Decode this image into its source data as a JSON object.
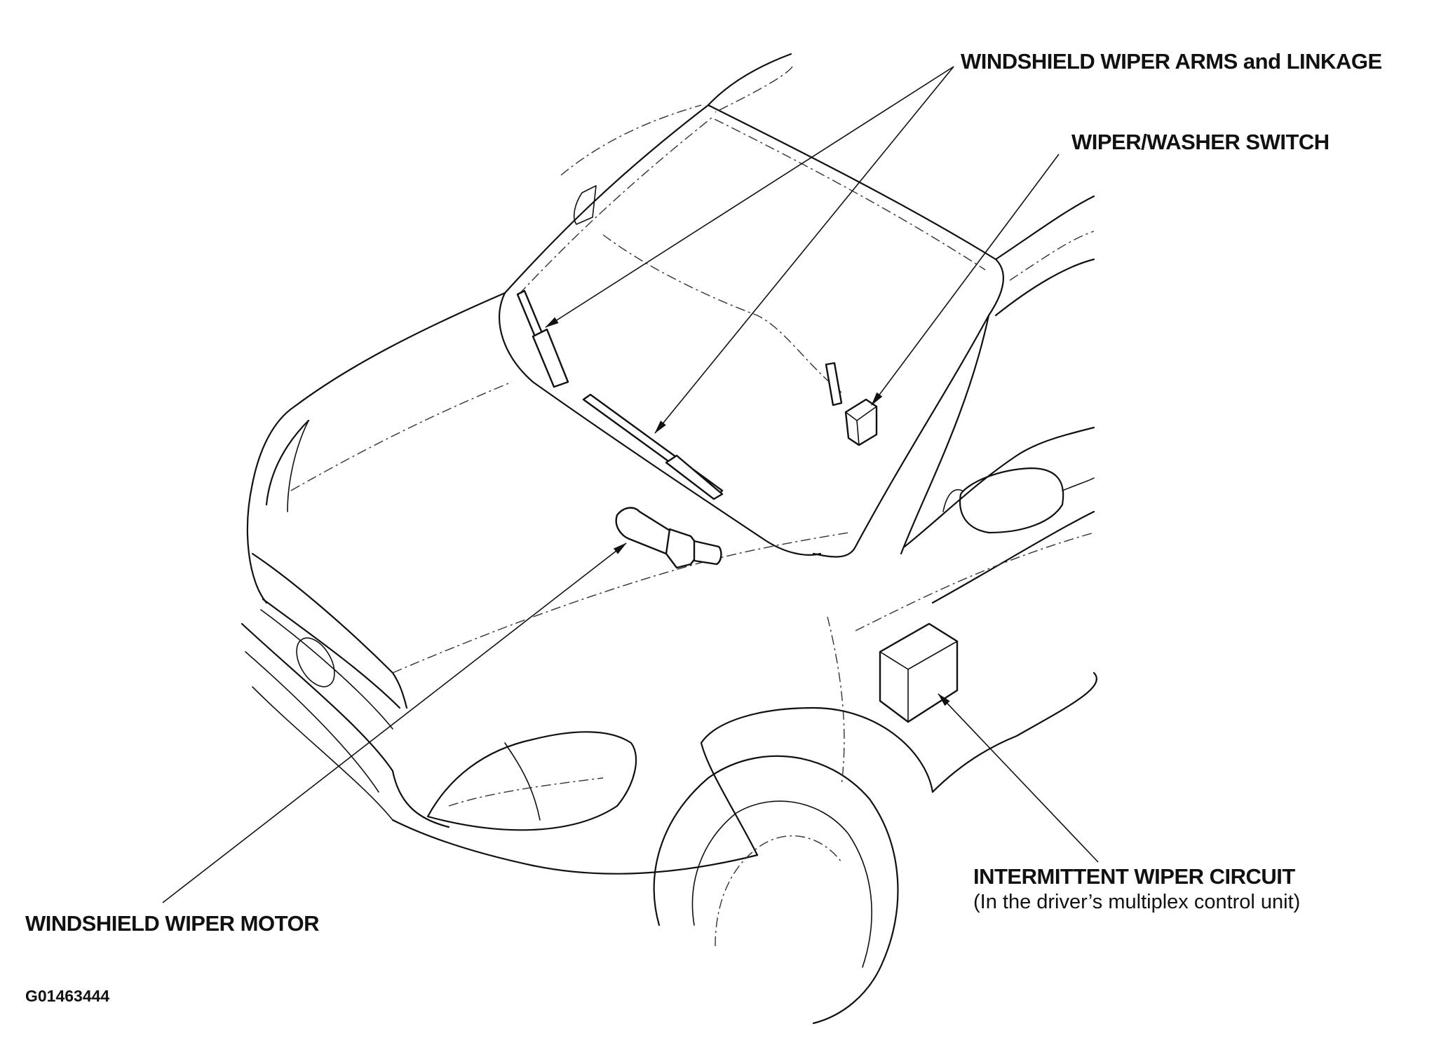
{
  "labels": {
    "wiper_arms": "WINDSHIELD WIPER ARMS and LINKAGE",
    "washer_switch": "WIPER/WASHER SWITCH",
    "wiper_motor": "WINDSHIELD WIPER MOTOR",
    "intermittent_title": "INTERMITTENT WIPER CIRCUIT",
    "intermittent_sub": "(In the driver’s multiplex control unit)"
  },
  "figure_code": "G01463444"
}
